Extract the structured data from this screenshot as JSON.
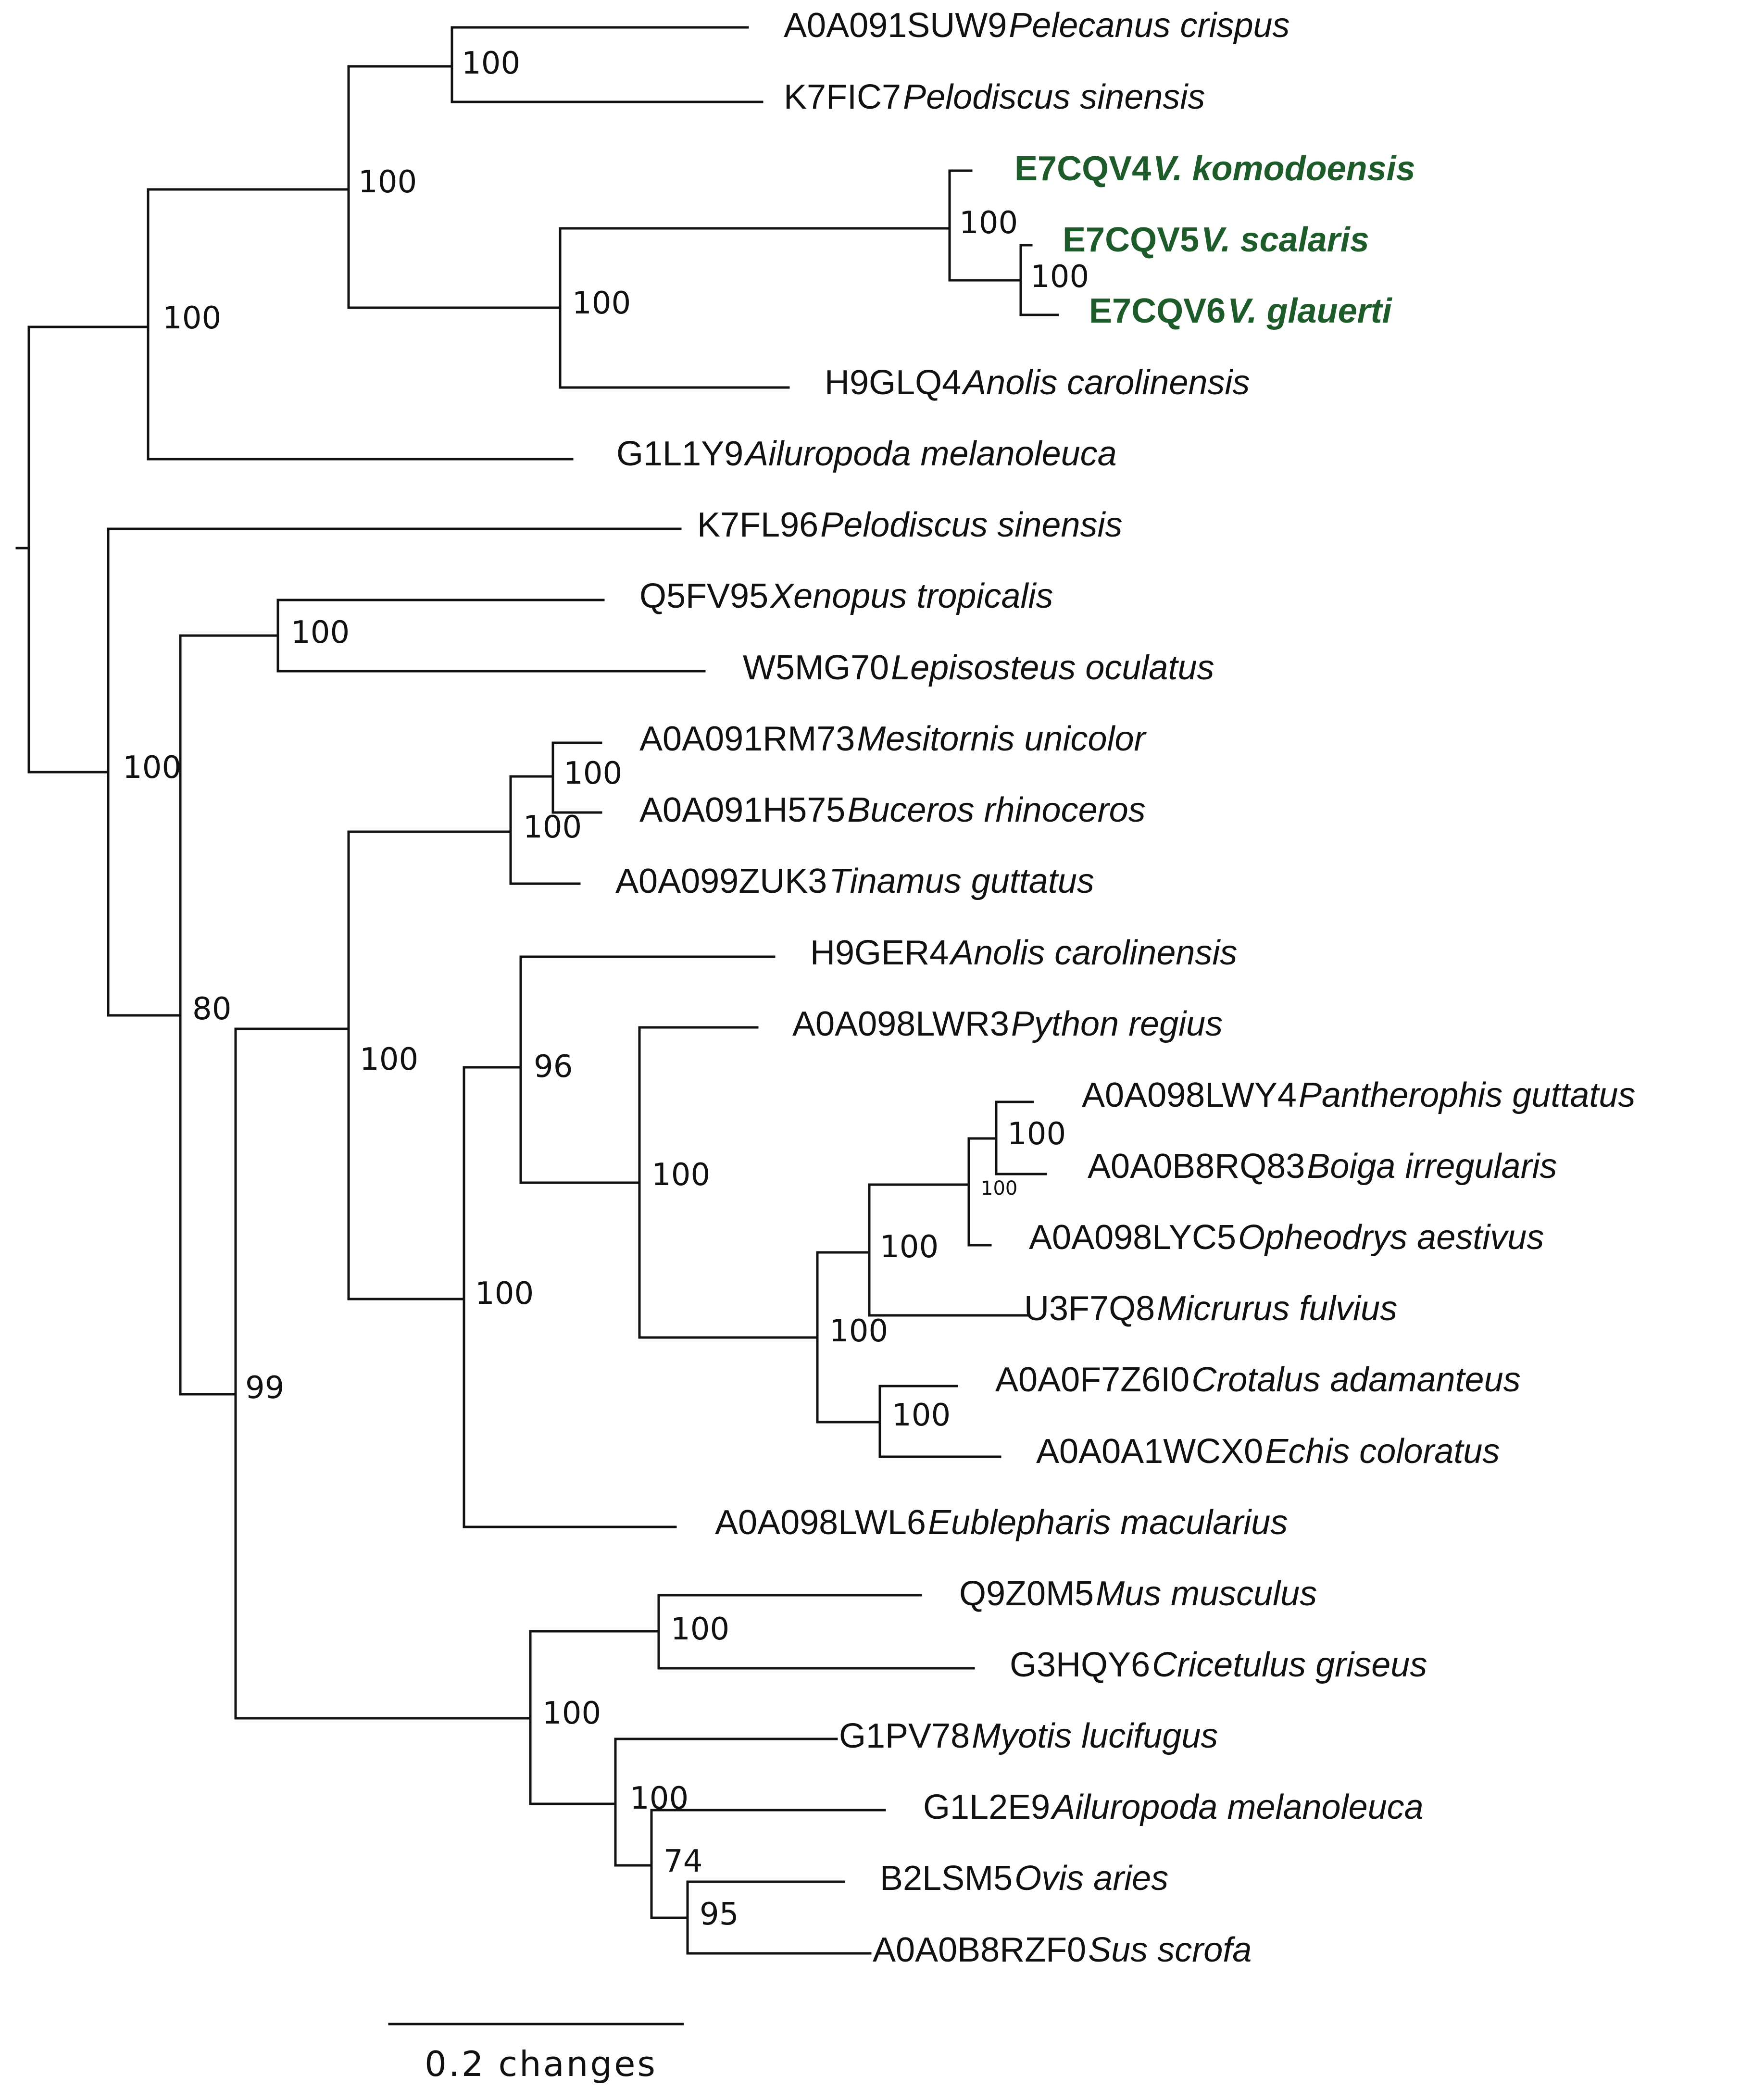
{
  "tree": {
    "highlight_color": "#1e5b2a",
    "taxa": [
      {
        "id": "A0A091SUW9",
        "species": "Pelecanus crispus",
        "highlight": false
      },
      {
        "id": "K7FIC7",
        "species": "Pelodiscus sinensis",
        "highlight": false
      },
      {
        "id": "E7CQV4",
        "species": "V. komodoensis",
        "highlight": true
      },
      {
        "id": "E7CQV5",
        "species": "V. scalaris",
        "highlight": true
      },
      {
        "id": "E7CQV6",
        "species": "V. glauerti",
        "highlight": true
      },
      {
        "id": "H9GLQ4",
        "species": "Anolis carolinensis",
        "highlight": false
      },
      {
        "id": "G1L1Y9",
        "species": "Ailuropoda melanoleuca",
        "highlight": false
      },
      {
        "id": "K7FL96",
        "species": "Pelodiscus sinensis",
        "highlight": false
      },
      {
        "id": "Q5FV95",
        "species": "Xenopus tropicalis",
        "highlight": false
      },
      {
        "id": "W5MG70",
        "species": "Lepisosteus oculatus",
        "highlight": false
      },
      {
        "id": "A0A091RM73",
        "species": "Mesitornis unicolor",
        "highlight": false
      },
      {
        "id": "A0A091H575",
        "species": "Buceros rhinoceros",
        "highlight": false
      },
      {
        "id": "A0A099ZUK3",
        "species": "Tinamus guttatus",
        "highlight": false
      },
      {
        "id": "H9GER4",
        "species": "Anolis carolinensis",
        "highlight": false
      },
      {
        "id": "A0A098LWR3",
        "species": "Python regius",
        "highlight": false
      },
      {
        "id": "A0A098LWY4",
        "species": "Pantherophis guttatus",
        "highlight": false
      },
      {
        "id": "A0A0B8RQ83",
        "species": "Boiga irregularis",
        "highlight": false
      },
      {
        "id": "A0A098LYC5",
        "species": "Opheodrys aestivus",
        "highlight": false
      },
      {
        "id": "U3F7Q8",
        "species": "Micrurus fulvius",
        "highlight": false
      },
      {
        "id": "A0A0F7Z6I0",
        "species": "Crotalus adamanteus",
        "highlight": false
      },
      {
        "id": "A0A0A1WCX0",
        "species": "Echis coloratus",
        "highlight": false
      },
      {
        "id": "A0A098LWL6",
        "species": "Eublepharis macularius",
        "highlight": false
      },
      {
        "id": "Q9Z0M5",
        "species": "Mus musculus",
        "highlight": false
      },
      {
        "id": "G3HQY6",
        "species": "Cricetulus griseus",
        "highlight": false
      },
      {
        "id": "G1PV78",
        "species": "Myotis lucifugus",
        "highlight": false
      },
      {
        "id": "G1L2E9",
        "species": "Ailuropoda melanoleuca",
        "highlight": false
      },
      {
        "id": "B2LSM5",
        "species": "Ovis aries",
        "highlight": false
      },
      {
        "id": "A0A0B8RZF0",
        "species": "Sus scrofa",
        "highlight": false
      }
    ],
    "bootstrap": [
      "100",
      "100",
      "100",
      "100",
      "100",
      "100",
      "100",
      "100",
      "100",
      "100",
      "80",
      "100",
      "96",
      "100",
      "100",
      "100",
      "100",
      "100",
      "100",
      "100",
      "99",
      "100",
      "100",
      "100",
      "74",
      "95"
    ],
    "scale_bar": {
      "label": "0.2 changes"
    }
  }
}
